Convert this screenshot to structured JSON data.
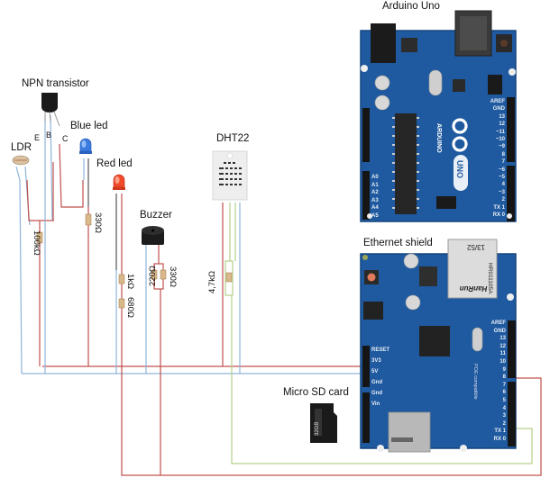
{
  "components": {
    "arduino": {
      "label": "Arduino Uno",
      "logo_text": "ARDUINO",
      "model_text": "UNO",
      "digital_pins": [
        "AREF",
        "GND",
        "13",
        "12",
        "~11",
        "~10",
        "~9",
        "8",
        "7",
        "~6",
        "~5",
        "4",
        "~3",
        "2",
        "TX 1",
        "RX 0"
      ],
      "analog_pins": [
        "A0",
        "A1",
        "A2",
        "A3",
        "A4",
        "A5"
      ]
    },
    "ethernet": {
      "label": "Ethernet shield",
      "jack_text": [
        "13/52",
        "HR911105A",
        "HanRun"
      ],
      "digital_pins": [
        "AREF",
        "GND",
        "13",
        "12",
        "11",
        "10",
        "9",
        "8",
        "7",
        "6",
        "5",
        "4",
        "3",
        "2",
        "TX 1",
        "RX 0"
      ],
      "power_pins": [
        "RESET",
        "3V3",
        "5V",
        "Gnd",
        "Gnd",
        "Vin"
      ],
      "side_text": "POE compatible"
    },
    "npn": {
      "label": "NPN transistor",
      "pins": [
        "E",
        "B",
        "C"
      ]
    },
    "ldr": {
      "label": "LDR"
    },
    "blue_led": {
      "label": "Blue led"
    },
    "red_led": {
      "label": "Red led"
    },
    "buzzer": {
      "label": "Buzzer"
    },
    "dht22": {
      "label": "DHT22"
    },
    "sd_card": {
      "label": "Micro SD card",
      "card_text": "32GB"
    }
  },
  "resistors": {
    "r_ldr": "100kΩ",
    "r_blue": "330Ω",
    "r_red_1": "1kΩ",
    "r_red_2": "680Ω",
    "r_buzz_1": "220Ω",
    "r_buzz_2": "330Ω",
    "r_dht": "4,7kΩ"
  },
  "colors": {
    "wire_red": "#c0504d",
    "wire_blue": "#8fb4d9",
    "wire_green": "#b5d08a",
    "pcb": "#1f5aa0",
    "pcb_dark": "#14457f"
  }
}
